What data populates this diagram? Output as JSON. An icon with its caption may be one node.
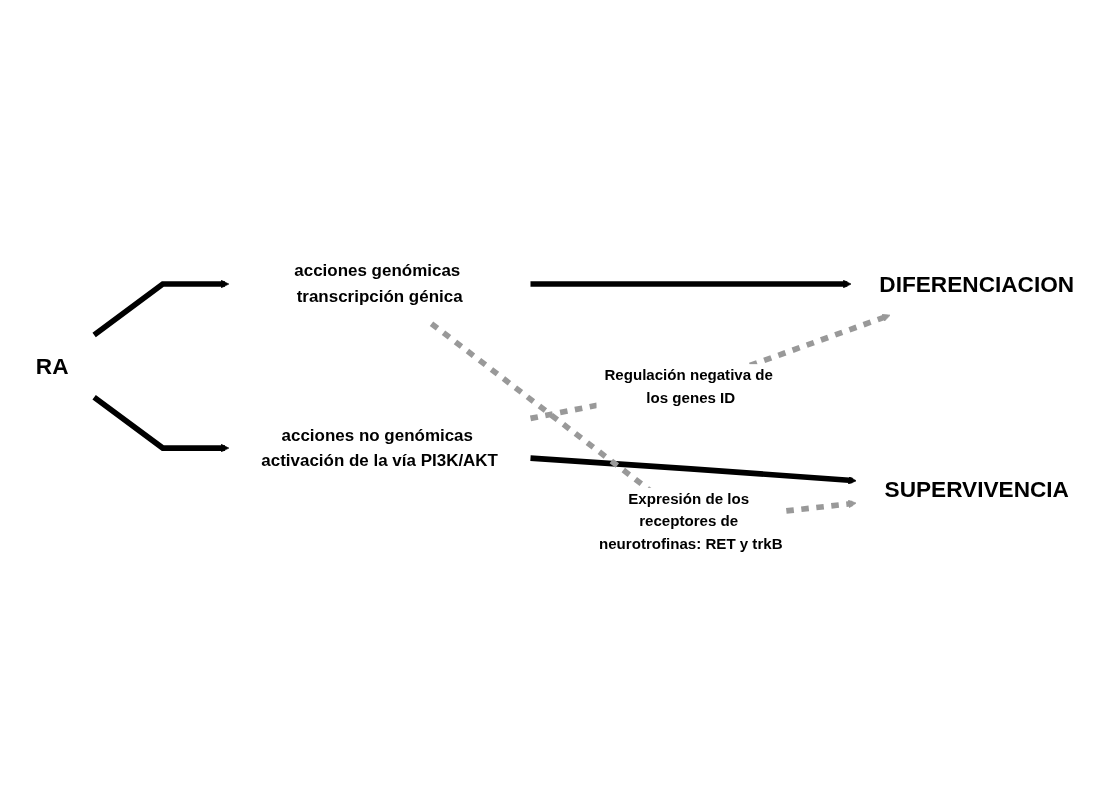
{
  "diagram": {
    "nodes": [
      {
        "text": [
          "RA"
        ]
      },
      {
        "text": [
          "acciones genómicas transcripción génica"
        ]
      },
      {
        "text": [
          "DIFERENCIACION"
        ]
      },
      {
        "text": [
          "acciones no genómicas activación de la vía PI3K/AKT"
        ]
      },
      {
        "text": [
          "SUPERVIVENCIA"
        ]
      }
    ],
    "edges": [
      {
        "from": 0,
        "to": 1,
        "arrow": "to"
      },
      {
        "from": 1,
        "to": 2,
        "arrow": "to"
      },
      {
        "from": 0,
        "to": 3,
        "arrow": "to"
      },
      {
        "from": 3,
        "to": 4,
        "arrow": "to"
      },
      {
        "from": 1,
        "to": 4,
        "arrow": "to",
        "style": "dashed",
        "color": "#999999",
        "label": "Expresión de los receptores de neurotrofinas: RET y trkB"
      },
      {
        "from": 3,
        "to": 2,
        "arrow": "to",
        "style": "dashed",
        "color": "#999999",
        "label": "Regulación negativa de los genes ID"
      }
    ]
  }
}
